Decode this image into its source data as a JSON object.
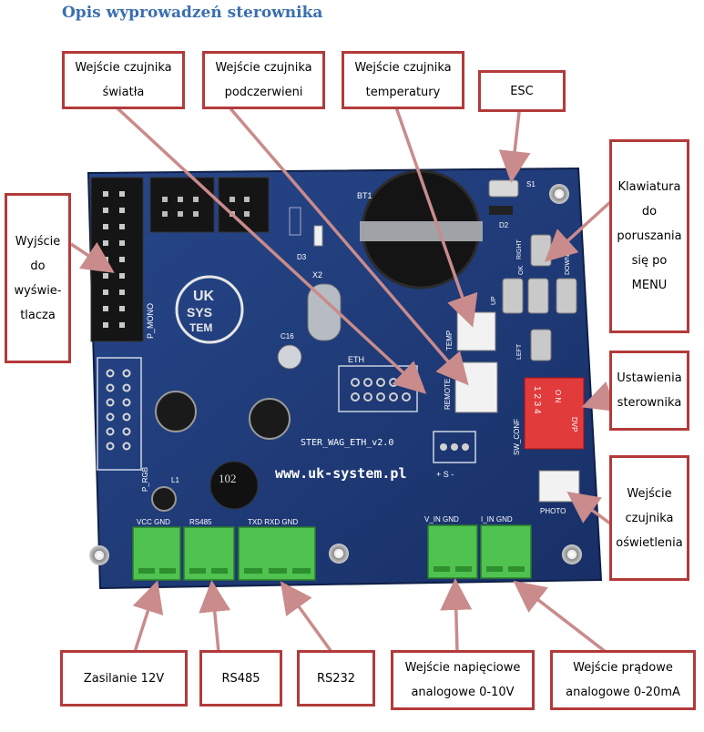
{
  "title": "Opis wyprowadzeń sterownika",
  "callouts": {
    "light_sensor": "Wejście czujnika światła",
    "ir_sensor": "Wejście czujnika podczerwieni",
    "temp_sensor": "Wejście czujnika temperatury",
    "esc": "ESC",
    "keyboard": "Klawiatura do poruszania się po MENU",
    "display_out": "Wyjście do wyświe- tlacza",
    "settings": "Ustawienia sterownika",
    "illumination_sensor": "Wejście czujnika oświetlenia",
    "power": "Zasilanie 12V",
    "rs485": "RS485",
    "rs232": "RS232",
    "voltage_input": "Wejście napięciowe analogowe 0-10V",
    "current_input": "Wejście prądowe analogowe 0-20mA"
  },
  "board": {
    "logo_line1": "UK",
    "logo_line2": "SYS",
    "logo_line3": "TEM",
    "url": "www.uk-system.pl",
    "model": "STER_WAG_ETH_v2.0",
    "eth": "ETH",
    "bt1": "BT1",
    "x2": "X2",
    "c16": "C16",
    "d3": "D3",
    "d2": "D2",
    "s1": "S1",
    "l1": "L1",
    "inductor": "102",
    "p_mono": "P_MONO",
    "p_rgb": "P_RGB",
    "sw_conf": "SW_CONF",
    "photo": "PHOTO",
    "remote": "REMOTE",
    "temp": "TEMP",
    "dvp": "DVP",
    "on": "O N",
    "dip_numbers": "1 2 3 4",
    "btn_right": "RIGHT",
    "btn_ok": "OK",
    "btn_down": "DOWN",
    "btn_left": "LEFT",
    "btn_up": "UP",
    "lbl_vcc": "VCC GND",
    "lbl_rs485": "RS485",
    "lbl_rs232": "TXD RXD GND",
    "lbl_vin": "V_IN GND",
    "lbl_iin": "I_IN GND",
    "lbl_plus_s_minus": "+ S -"
  },
  "colors": {
    "accent": "#b33a3a",
    "title": "#3a6fb0",
    "board": "#1f3b7a",
    "terminal": "#4fc24f"
  }
}
